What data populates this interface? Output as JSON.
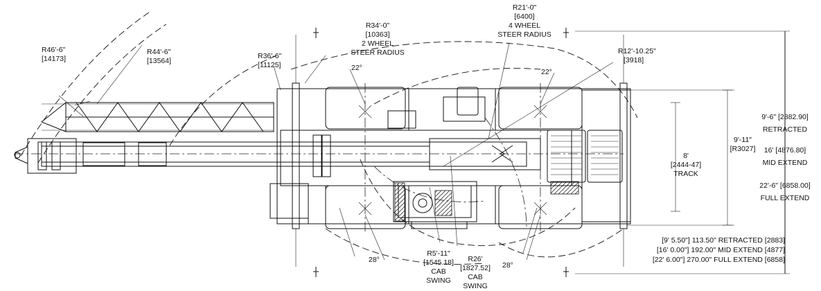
{
  "labels": {
    "r46": [
      "R46'-6\"",
      "[14173]"
    ],
    "r44": [
      "R44'-6\"",
      "[13564]"
    ],
    "r36": [
      "R36'-6\"",
      "[11125]"
    ],
    "r34": [
      "R34'-0\"",
      "[10363]",
      "2 WHEEL",
      "STEER RADIUS"
    ],
    "r21": [
      "R21'-0\"",
      "[6400]",
      "4 WHEEL",
      "STEER RADIUS"
    ],
    "r12": [
      "R12'-10.25\"",
      "[3918]"
    ],
    "angle_left_top": "22°",
    "angle_right_top": "22°",
    "angle_left_bottom": "28°",
    "angle_right_bottom": "28°",
    "track": [
      "8'",
      "[2444-47]",
      "TRACK"
    ],
    "width": [
      "9'-11\"",
      "[R3027]"
    ],
    "outrigger_retracted": [
      "9'-6\" [2882.90]",
      "RETRACTED"
    ],
    "outrigger_mid": [
      "16' [4876.80]",
      "MID EXTEND"
    ],
    "outrigger_full": [
      "22'-6\" [6858.00]",
      "FULL EXTEND"
    ],
    "cab_r5": [
      "R5'-11\"",
      "[1545.18]",
      "CAB",
      "SWING"
    ],
    "cab_r26": [
      "R26'",
      "[1827.52]",
      "CAB",
      "SWING"
    ],
    "bottom_table": [
      "[9' 5.50\"] 113.50\" RETRACTED [2883]",
      "[16' 0.00\"] 192.00\" MID EXTEND [4877]",
      "[22' 6.00\"] 270.00\" FULL EXTEND [6858]"
    ]
  }
}
